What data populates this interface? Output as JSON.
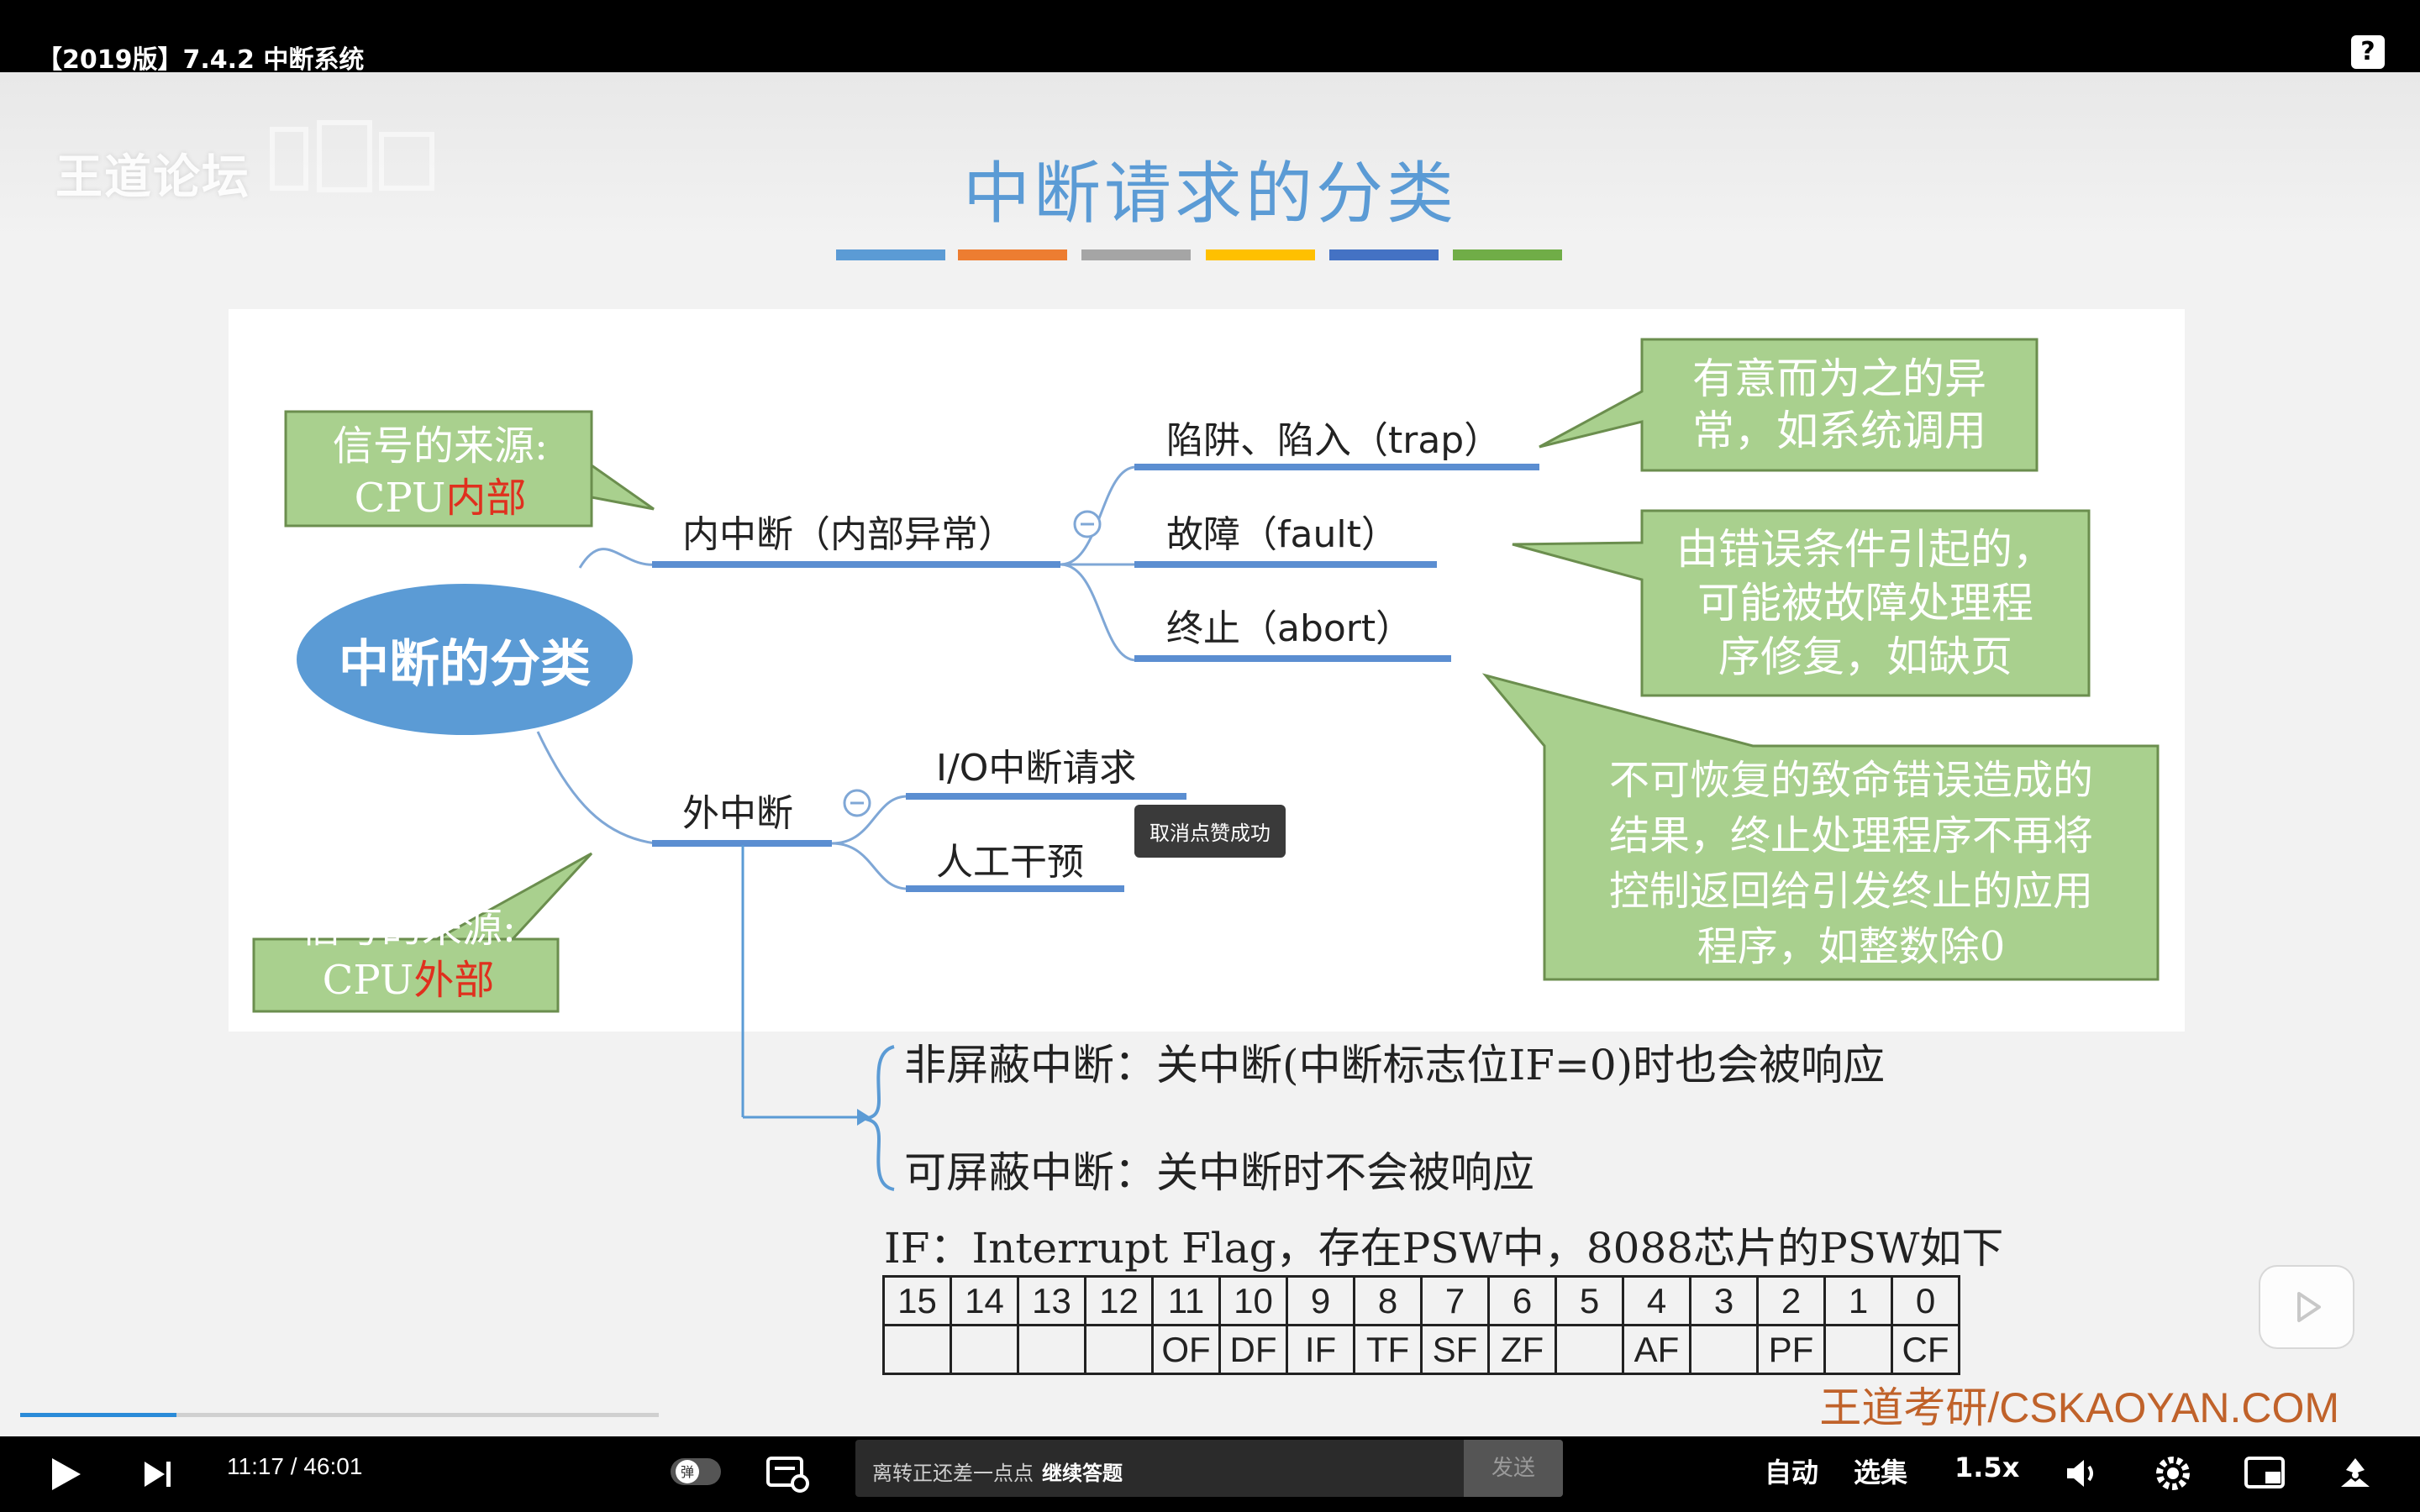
{
  "window": {
    "title": "【2019版】7.4.2 中断系统",
    "help_icon": "question-icon"
  },
  "watermark": {
    "text": "王道论坛"
  },
  "slide": {
    "title": "中断请求的分类",
    "title_bar_colors": [
      "#5b9bd5",
      "#ed7d31",
      "#a5a5a5",
      "#ffc000",
      "#4472c4",
      "#70ad47"
    ],
    "center_node": "中断的分类",
    "internal": {
      "label": "内中断（内部异常）",
      "source_callout_line1": "信号的来源:",
      "source_callout_prefix": "CPU",
      "source_callout_emph": "内部",
      "children": [
        "陷阱、陷入（trap）",
        "故障（fault）",
        "终止（abort）"
      ]
    },
    "external": {
      "label": "外中断",
      "source_callout_line1": "信号的来源:",
      "source_callout_prefix": "CPU",
      "source_callout_emph": "外部",
      "children": [
        "I/O中断请求",
        "人工干预"
      ]
    },
    "notes": {
      "trap": [
        "有意而为之的异",
        "常，如系统调用"
      ],
      "fault": [
        "由错误条件引起的，",
        "可能被故障处理程",
        "序修复，如缺页"
      ],
      "abort": [
        "不可恢复的致命错误造成的",
        "结果，终止处理程序不再将",
        "控制返回给引发终止的应用",
        "程序，如整数除0"
      ]
    },
    "nmi_text": "非屏蔽中断：关中断(中断标志位IF=0)时也会被响应",
    "mi_text": "可屏蔽中断：关中断时不会被响应",
    "if_text": "IF：Interrupt Flag，存在PSW中，8088芯片的PSW如下",
    "psw": {
      "bits": [
        "15",
        "14",
        "13",
        "12",
        "11",
        "10",
        "9",
        "8",
        "7",
        "6",
        "5",
        "4",
        "3",
        "2",
        "1",
        "0"
      ],
      "flags": [
        "",
        "",
        "",
        "",
        "OF",
        "DF",
        "IF",
        "TF",
        "SF",
        "ZF",
        "",
        "AF",
        "",
        "PF",
        "",
        "CF"
      ]
    },
    "site": "王道考研/CSKAOYAN.COM"
  },
  "toast": "取消点赞成功",
  "player": {
    "current_time": "11:17",
    "duration": "46:01",
    "progress": 0.245,
    "danmaku_placeholder": "离转正还差一点点",
    "danmaku_action": "继续答题",
    "send_label": "发送",
    "quality_label": "自动",
    "episodes_label": "选集",
    "speed_label": "1.5x",
    "icons": [
      "play-icon",
      "next-icon",
      "danmaku-toggle-icon",
      "danmaku-settings-icon",
      "volume-icon",
      "settings-icon",
      "pip-icon",
      "fullscreen-icon"
    ]
  }
}
